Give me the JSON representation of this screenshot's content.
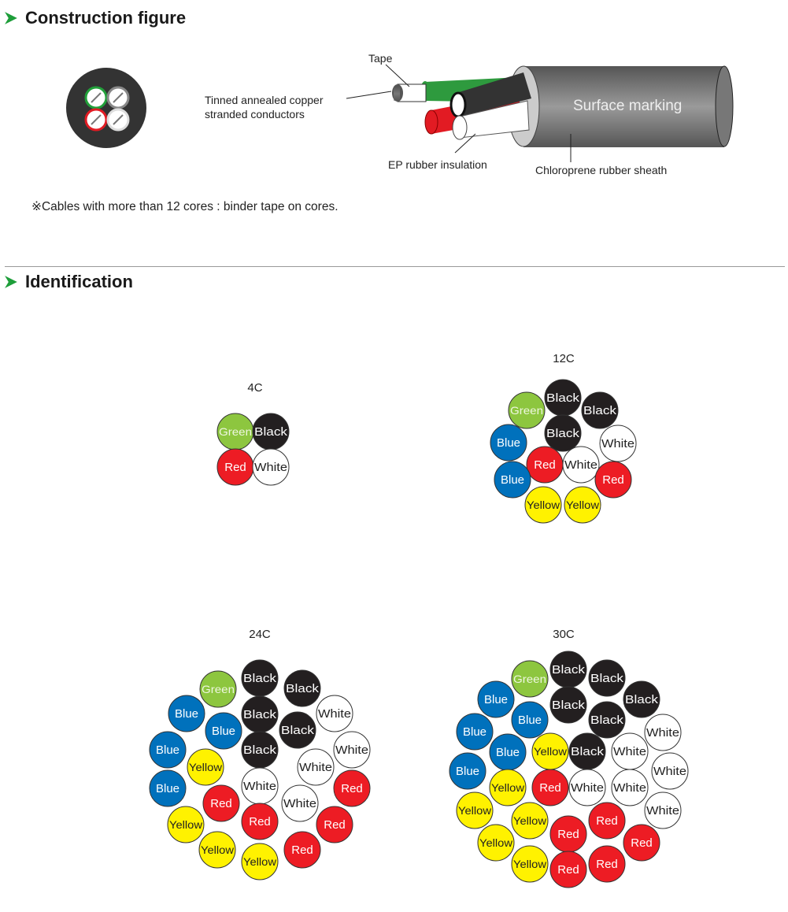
{
  "construction": {
    "heading": "Construction figure",
    "labels": {
      "tape": "Tape",
      "conductor_line1": "Tinned annealed copper",
      "conductor_line2": "stranded conductors",
      "insulation": "EP rubber insulation",
      "sheath": "Chloroprene rubber sheath",
      "surface_marking": "Surface marking"
    },
    "note": "※Cables with more than 12 cores : binder tape on cores."
  },
  "identification": {
    "heading": "Identification",
    "groups": [
      {
        "title": "4C",
        "cores": [
          "Green",
          "Black",
          "Red",
          "White"
        ]
      },
      {
        "title": "12C",
        "cores": [
          "Green",
          "Black",
          "Black",
          "Black",
          "White",
          "Blue",
          "Red",
          "White",
          "Red",
          "Blue",
          "Yellow",
          "Yellow"
        ]
      },
      {
        "title": "24C",
        "cores": [
          "Green",
          "Black",
          "Black",
          "Black",
          "White",
          "Black",
          "Blue",
          "Blue",
          "Blue",
          "White",
          "Black",
          "Yellow",
          "White",
          "Blue",
          "Red",
          "White",
          "White",
          "Red",
          "Red",
          "Red",
          "Yellow",
          "Yellow",
          "Red",
          "Yellow"
        ]
      },
      {
        "title": "30C",
        "cores": [
          "Green",
          "Black",
          "Black",
          "Black",
          "Black",
          "Black",
          "Blue",
          "Blue",
          "White",
          "Blue",
          "Blue",
          "Yellow",
          "Black",
          "White",
          "White",
          "Blue",
          "Yellow",
          "Red",
          "White",
          "White",
          "Yellow",
          "White",
          "Yellow",
          "Red",
          "Red",
          "Red",
          "Yellow",
          "Yellow",
          "Red",
          "Red"
        ]
      }
    ]
  },
  "colors": {
    "Green": "#8dc63f",
    "Black": "#231f20",
    "Red": "#ed1c24",
    "White": "#ffffff",
    "Blue": "#0071bc",
    "Yellow": "#fff200",
    "accent": "#1e9e3a"
  }
}
